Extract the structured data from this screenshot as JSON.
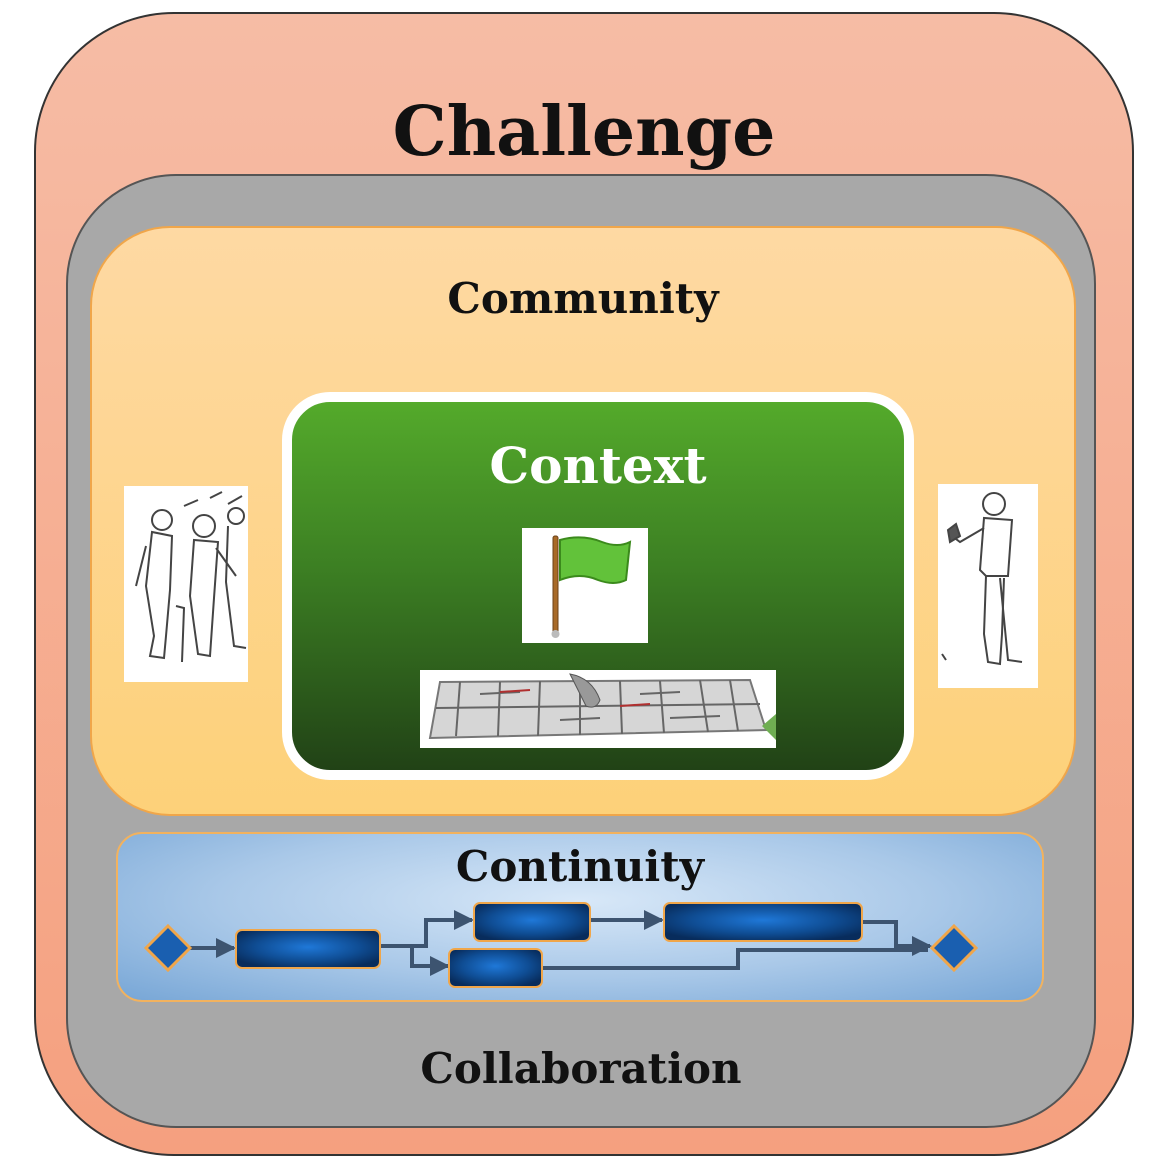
{
  "labels": {
    "challenge": "Challenge",
    "collaboration": "Collaboration",
    "community": "Community",
    "context": "Context",
    "continuity": "Continuity"
  },
  "colors": {
    "challenge_fill": "#f5a98a",
    "collaboration_fill": "#a8a8a8",
    "community_fill": "#fdd58d",
    "context_fill": "#3c7f23",
    "continuity_fill": "#a9c8e8",
    "process_box": "#0f4d94",
    "flag": "#62c23a"
  }
}
